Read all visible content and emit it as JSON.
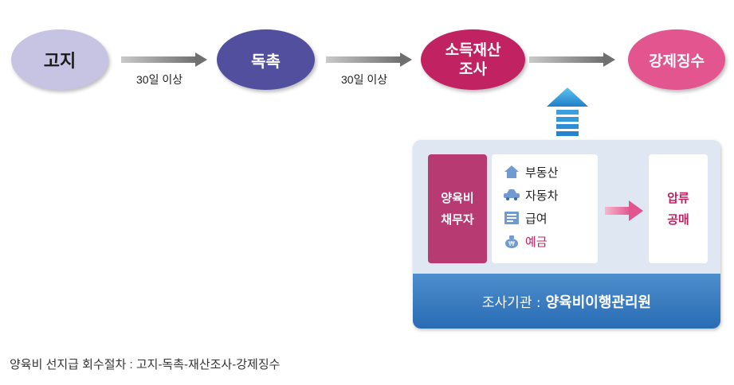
{
  "flow": {
    "steps": [
      {
        "label": "고지"
      },
      {
        "label": "독촉"
      },
      {
        "label": "소득재산\n조사"
      },
      {
        "label": "강제징수"
      }
    ],
    "conditions": [
      "30일 이상",
      "30일 이상"
    ]
  },
  "panel": {
    "debtor_label": "양육비\n채무자",
    "assets": [
      {
        "icon": "house-icon",
        "label": "부동산"
      },
      {
        "icon": "car-icon",
        "label": "자동차"
      },
      {
        "icon": "payslip-icon",
        "label": "급여"
      },
      {
        "icon": "money-bag-icon",
        "label": "예금"
      }
    ],
    "result_label": "압류\n공매",
    "agency_prefix": "조사기관 :",
    "agency_name": "양육비이행관리원"
  },
  "caption": "양육비 선지급 회수절차 : 고지-독촉-재산조사-강제징수",
  "colors": {
    "notice": "#c7c3e3",
    "urge": "#514f9e",
    "investigate": "#c12262",
    "collect": "#e2558f",
    "agency": "#2a6cb4",
    "highlight": "#c12262"
  }
}
